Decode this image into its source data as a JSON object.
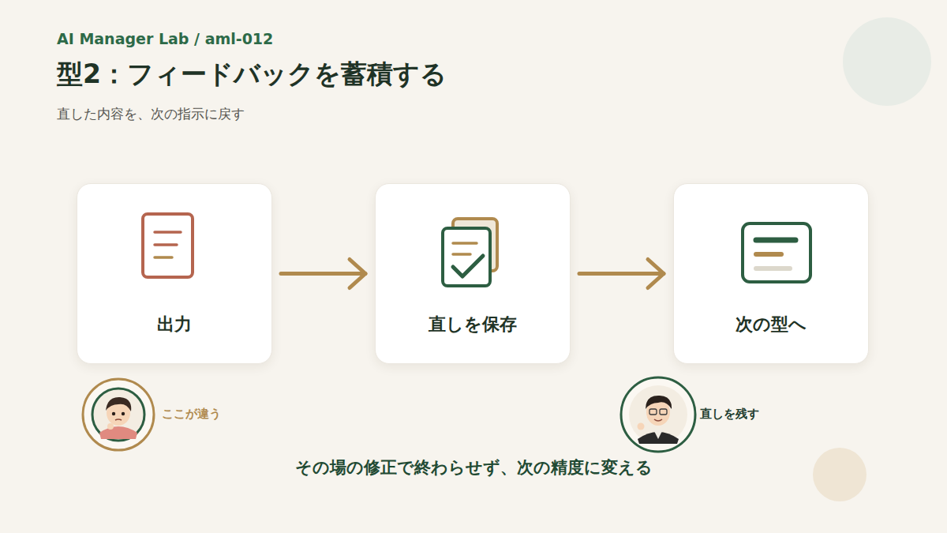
{
  "diagram": {
    "title": "型2：フィードバックを蓄積する",
    "caption": "その場の修正で終わらせず、次の精度に変える",
    "nodes": [
      {
        "text": [
          "出力"
        ]
      },
      {
        "text": [
          "直しを保存"
        ]
      },
      {
        "text": [
          "次の型へ"
        ]
      }
    ],
    "edges": [
      {
        "from": 0,
        "to": 1,
        "arrow": "to"
      },
      {
        "from": 1,
        "to": 2,
        "arrow": "to"
      }
    ],
    "labels": [
      "AI Manager Lab / aml-012",
      "直した内容を、次の指示に戻す",
      "ここが違う",
      "直しを残す"
    ]
  }
}
